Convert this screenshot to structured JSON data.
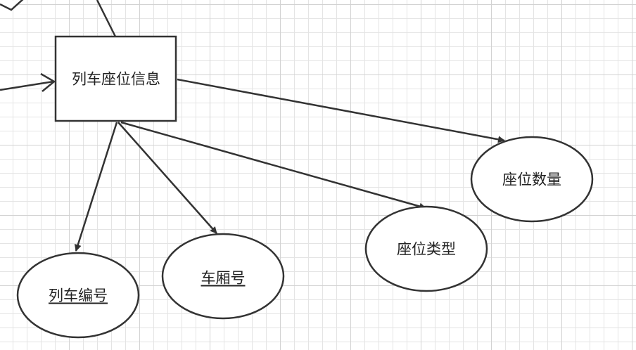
{
  "diagram": {
    "entity": {
      "label": "列车座位信息"
    },
    "attributes": [
      {
        "id": "train-number",
        "label": "列车编号",
        "is_key": true
      },
      {
        "id": "carriage-number",
        "label": "车厢号",
        "is_key": true
      },
      {
        "id": "seat-type",
        "label": "座位类型",
        "is_key": false
      },
      {
        "id": "seat-count",
        "label": "座位数量",
        "is_key": false
      }
    ]
  }
}
